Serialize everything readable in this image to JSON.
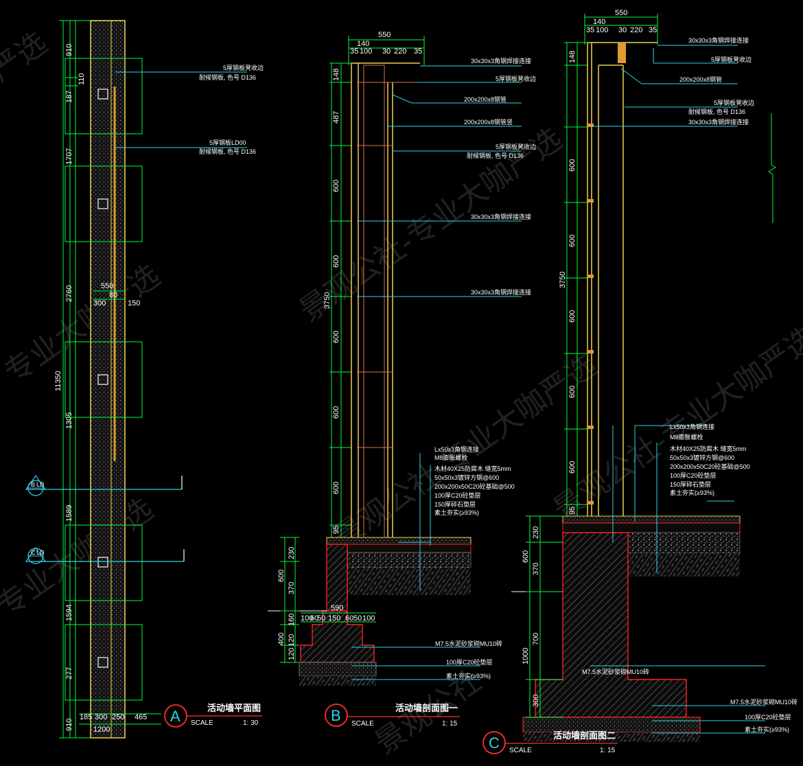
{
  "colors": {
    "background": "#000000",
    "dimension": "#00ff3c",
    "wall": "#f0d24a",
    "leader": "#2fd3e6",
    "concrete": "#ff2020",
    "title_circle": "#ff3030",
    "text": "#ffffff"
  },
  "plan": {
    "dims_vertical": [
      "910",
      "110",
      "187",
      "1707",
      "2760",
      "11350",
      "1305",
      "1589",
      "1594",
      "277",
      "910"
    ],
    "dims_bottom": [
      "185",
      "300",
      "250",
      "465"
    ],
    "dim_total_bottom": "1200",
    "detail_dims_top": "550",
    "detail_dims": [
      "300",
      "80",
      "150"
    ],
    "labels": [
      "5厚钢板凳收边",
      "耐候钢板, 色号 D136",
      "5厚钢板LD00",
      "耐候钢板, 色号 D136"
    ],
    "section_marks": [
      {
        "id": "B",
        "sheet": "LD"
      },
      {
        "id": "C",
        "sheet": "LD"
      }
    ]
  },
  "section_b": {
    "top_dim": "550",
    "top_sub": [
      "140",
      "35",
      "100",
      "30",
      "220",
      "35"
    ],
    "dims_vertical": [
      "148",
      "487",
      "600",
      "600",
      "3750",
      "600",
      "600",
      "600",
      "95"
    ],
    "labels": [
      "30x30x3角钢焊接连接",
      "5厚钢板凳收边",
      "200x200x8钢管",
      "200x200x8钢管竖",
      "5厚钢板凳收边",
      "耐候钢板, 色号 D136",
      "30x30x3角钢焊接连接",
      "30x30x3角钢焊接连接"
    ],
    "layer_labels": [
      "Lx50x3角钢连接",
      "M8膨胀螺栓",
      "木材40X25防腐木 缝宽5mm",
      "50x50x3镀锌方钢@600",
      "200x200x50C20砼基础@500",
      "100厚C20砼垫层",
      "150厚碎石垫层",
      "素土夯实(≥93%)"
    ],
    "foundation_dims": [
      "230",
      "370",
      "600",
      "590",
      "160",
      "120",
      "400",
      "120"
    ],
    "base_dims": [
      "100",
      "60",
      "50",
      "150",
      "60",
      "50",
      "100"
    ],
    "foundation_labels": [
      "M7.5水泥砂浆砌MU10砖",
      "100厚C20砼垫层",
      "素土夯实(≥93%)"
    ]
  },
  "section_c": {
    "top_dim": "550",
    "top_sub": [
      "140",
      "35",
      "100",
      "30",
      "220",
      "35"
    ],
    "dims_vertical": [
      "148",
      "600",
      "600",
      "3750",
      "600",
      "600",
      "600",
      "95"
    ],
    "labels": [
      "30x30x3角钢焊接连接",
      "5厚钢板凳收边",
      "200x200x8钢管",
      "5厚钢板凳收边",
      "耐候钢板, 色号 D136",
      "30x30x3角钢焊接连接"
    ],
    "layer_labels": [
      "Lx50x3角钢连接",
      "M8膨胀螺栓",
      "木材40X25防腐木 缝宽5mm",
      "50x50x3镀锌方钢@600",
      "200x200x50C20砼基础@500",
      "100厚C20砼垫层",
      "150厚碎石垫层",
      "素土夯实(≥93%)"
    ],
    "foundation_dims": [
      "230",
      "370",
      "600",
      "700",
      "1000",
      "300"
    ],
    "foundation_labels": [
      "M7.5水泥砂浆砌MU10砖",
      "M7.5水泥砂浆砌MU10砖",
      "100厚C20砼垫层",
      "素土夯实(≥93%)"
    ]
  },
  "titles": [
    {
      "letter": "A",
      "title": "活动墙平面图",
      "scale_label": "SCALE",
      "scale": "1: 30"
    },
    {
      "letter": "B",
      "title": "活动墙剖面图一",
      "scale_label": "SCALE",
      "scale": "1: 15"
    },
    {
      "letter": "C",
      "title": "活动墙剖面图二",
      "scale_label": "SCALE",
      "scale": "1: 15"
    }
  ],
  "watermarks": [
    "景观公社-专业大咖严选",
    "景观公社-专业大咖严选",
    "专业大咖严选",
    "专业大咖严选",
    "景观公社-专业大咖严选",
    "景观公社",
    "严选"
  ]
}
